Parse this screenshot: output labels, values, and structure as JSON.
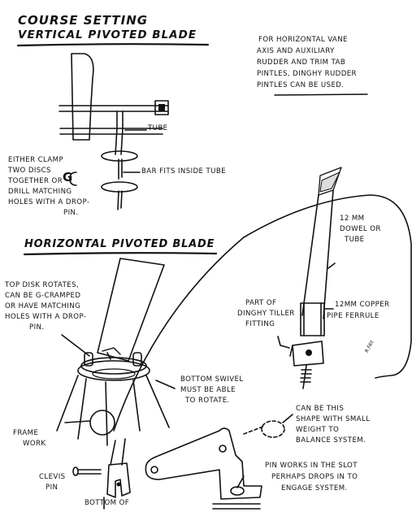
{
  "headings": {
    "title_1": "COURSE SETTING",
    "title_2": "VERTICAL PIVOTED BLADE",
    "section_2": "HORIZONTAL PIVOTED BLADE"
  },
  "notes": {
    "horizontal_vane": [
      "FOR HORIZONTAL VANE",
      "AXIS AND AUXILIARY",
      "RUDDER AND TRIM TAB",
      "PINTLES, DINGHY RUDDER",
      "PINTLES CAN BE USED."
    ],
    "tube": "TUBE",
    "either_clamp": [
      "EITHER CLAMP",
      "TWO DISCS",
      "TOGETHER OR",
      "DRILL MATCHING",
      "HOLES WITH A DROP-",
      "PIN."
    ],
    "g_label": "G",
    "bar_fits": "BAR FITS INSIDE TUBE",
    "dowel": [
      "12 MM",
      "DOWEL OR",
      "TUBE"
    ],
    "top_disk": [
      "TOP DISK ROTATES,",
      "CAN BE G-CRAMPED",
      "OR HAVE MATCHING",
      "HOLES WITH A DROP-",
      "PIN."
    ],
    "dinghy_tiller": [
      "PART OF",
      "DINGHY TILLER",
      "FITTING"
    ],
    "copper_ferrule": [
      "12MM COPPER",
      "PIPE FERRULE"
    ],
    "signature": "R.FAY.",
    "bottom_swivel": [
      "BOTTOM SWIVEL",
      "MUST BE ABLE",
      "TO ROTATE."
    ],
    "can_be_shape": [
      "CAN BE THIS",
      "SHAPE WITH SMALL",
      "WEIGHT TO",
      "BALANCE SYSTEM."
    ],
    "frame_work": [
      "FRAME",
      "WORK"
    ],
    "clevis_pin": [
      "CLEVIS",
      "PIN"
    ],
    "pin_works": [
      "PIN WORKS IN THE SLOT",
      "PERHAPS DROPS IN TO",
      "ENGAGE SYSTEM."
    ],
    "bottom_of": "BOTTOM OF"
  }
}
